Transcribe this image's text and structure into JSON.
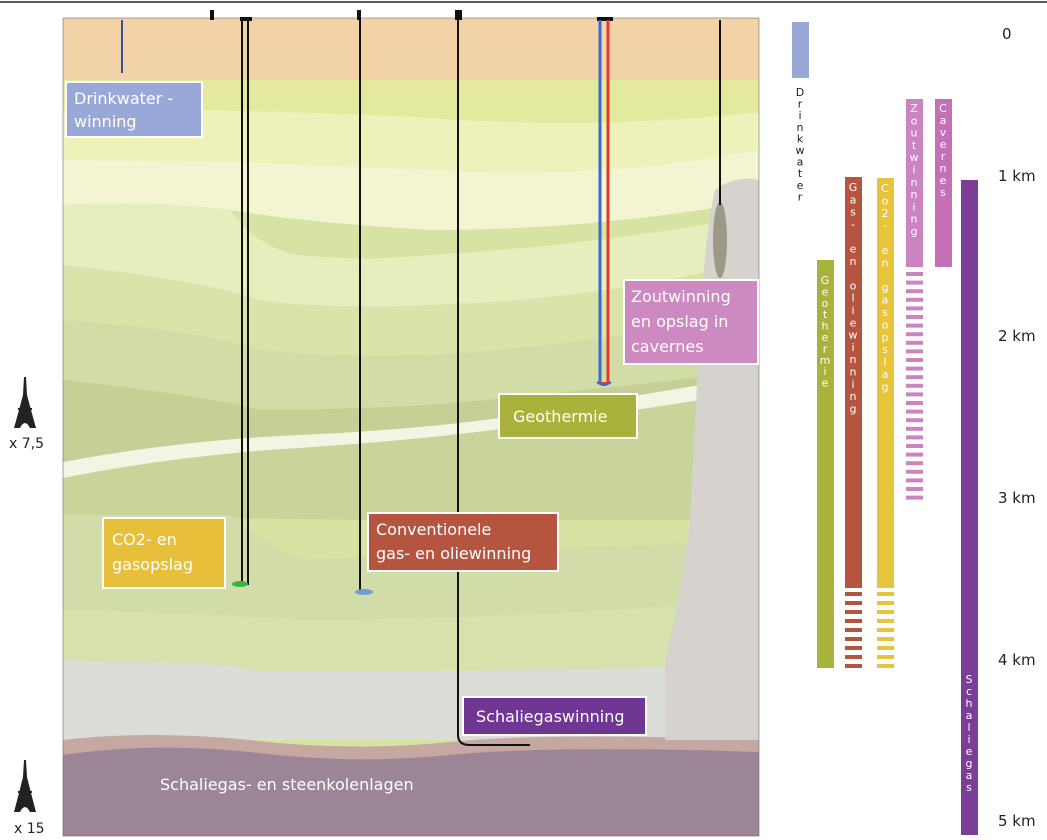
{
  "labels": {
    "drinkwater_box": [
      "Drinkwater -",
      "winning"
    ],
    "co2_box": [
      "CO2- en",
      "gasopslag"
    ],
    "conventionele_box": [
      "Conventionele",
      "gas- en oliewinning"
    ],
    "geothermie_box": "Geothermie",
    "zout_box": [
      "Zoutwinning",
      "en opslag in",
      "cavernes"
    ],
    "schaliegaswinning_box": "Schaliegaswinning",
    "bottom_layer": "Schaliegas- en steenkolenlagen"
  },
  "scale_markers": {
    "upper": "x 7,5",
    "lower": "x 15"
  },
  "depth_axis": {
    "ticks": [
      "0",
      "1 km",
      "2 km",
      "3 km",
      "4 km",
      "5 km"
    ]
  },
  "depth_bars": [
    {
      "id": "drinkwater",
      "label": "Drinkwater",
      "color": "#9aa8d8"
    },
    {
      "id": "geothermie",
      "label": "Geothermie",
      "color": "#a9b23a"
    },
    {
      "id": "gas-olie",
      "label": "Gas- en oliewinning",
      "color": "#b5553f"
    },
    {
      "id": "co2",
      "label": "Co2- en gasopslag",
      "color": "#e8c43a"
    },
    {
      "id": "zout",
      "label": "Zoutwinning",
      "color": "#cc84c0"
    },
    {
      "id": "cavernes",
      "label": "Cavernes",
      "color": "#c56fb6"
    },
    {
      "id": "schaliegas",
      "label": "Schaliegas",
      "color": "#7c3d97"
    }
  ],
  "colors": {
    "top_soil": "#f1d3a6",
    "drinkwater": "#9aa8d8",
    "co2": "#e8bf3a",
    "conventionele": "#b5553f",
    "geothermie": "#a9b23a",
    "zout": "#cc8ac0",
    "schalie": "#6f3694",
    "shale_layer": "#9b8394",
    "salt_dome": "#d6d2ce"
  }
}
